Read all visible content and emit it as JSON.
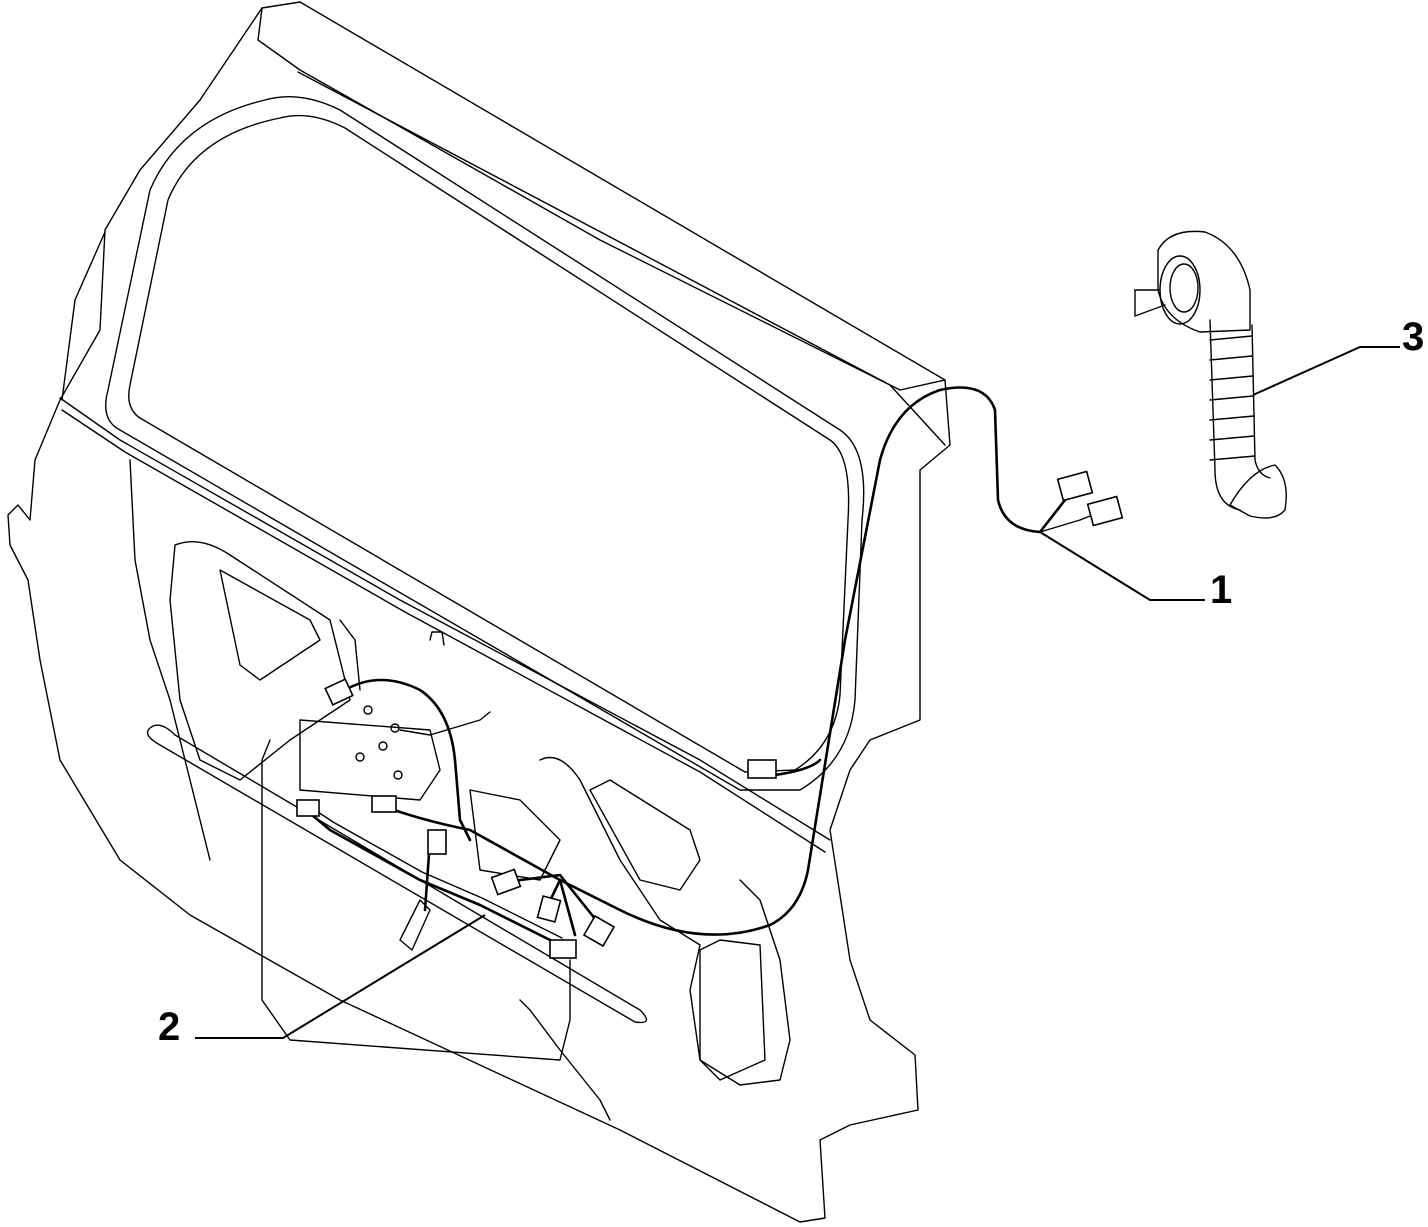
{
  "callouts": {
    "part_1": "1",
    "part_2": "2",
    "part_3": "3"
  },
  "colors": {
    "ink": "#000000",
    "paper": "#ffffff"
  }
}
